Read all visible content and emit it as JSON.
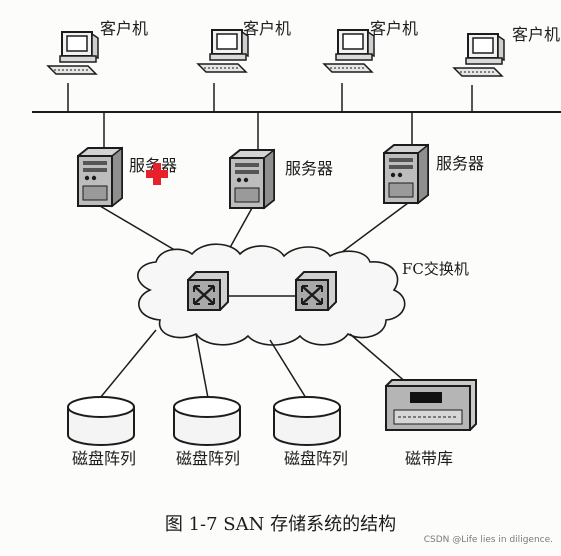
{
  "clients": [
    {
      "label": "客户机"
    },
    {
      "label": "客户机"
    },
    {
      "label": "客户机"
    },
    {
      "label": "客户机"
    }
  ],
  "servers": [
    {
      "label": "服务器"
    },
    {
      "label": "服务器"
    },
    {
      "label": "服务器"
    }
  ],
  "fc_switch": {
    "label": "FC交换机"
  },
  "storage": [
    {
      "label": "磁盘阵列",
      "icon": "disk-array-icon"
    },
    {
      "label": "磁盘阵列",
      "icon": "disk-array-icon"
    },
    {
      "label": "磁盘阵列",
      "icon": "disk-array-icon"
    },
    {
      "label": "磁带库",
      "icon": "tape-library-icon"
    }
  ],
  "caption": "图 1-7   SAN 存储系统的结构",
  "watermark": "CSDN @Life lies in diligence.",
  "colors": {
    "ink": "#1c1c1c",
    "cursor": "#e8202a",
    "background": "#fcfcfb"
  }
}
